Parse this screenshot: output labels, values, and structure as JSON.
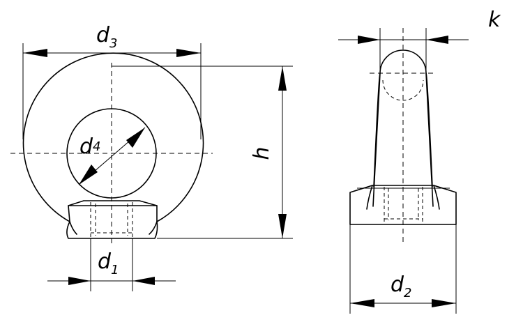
{
  "labels": {
    "d3": {
      "main": "d",
      "sub": "3"
    },
    "d4": {
      "main": "d",
      "sub": "4"
    },
    "d1": {
      "main": "d",
      "sub": "1"
    },
    "d2": {
      "main": "d",
      "sub": "2"
    },
    "h": "h",
    "k": "k"
  }
}
